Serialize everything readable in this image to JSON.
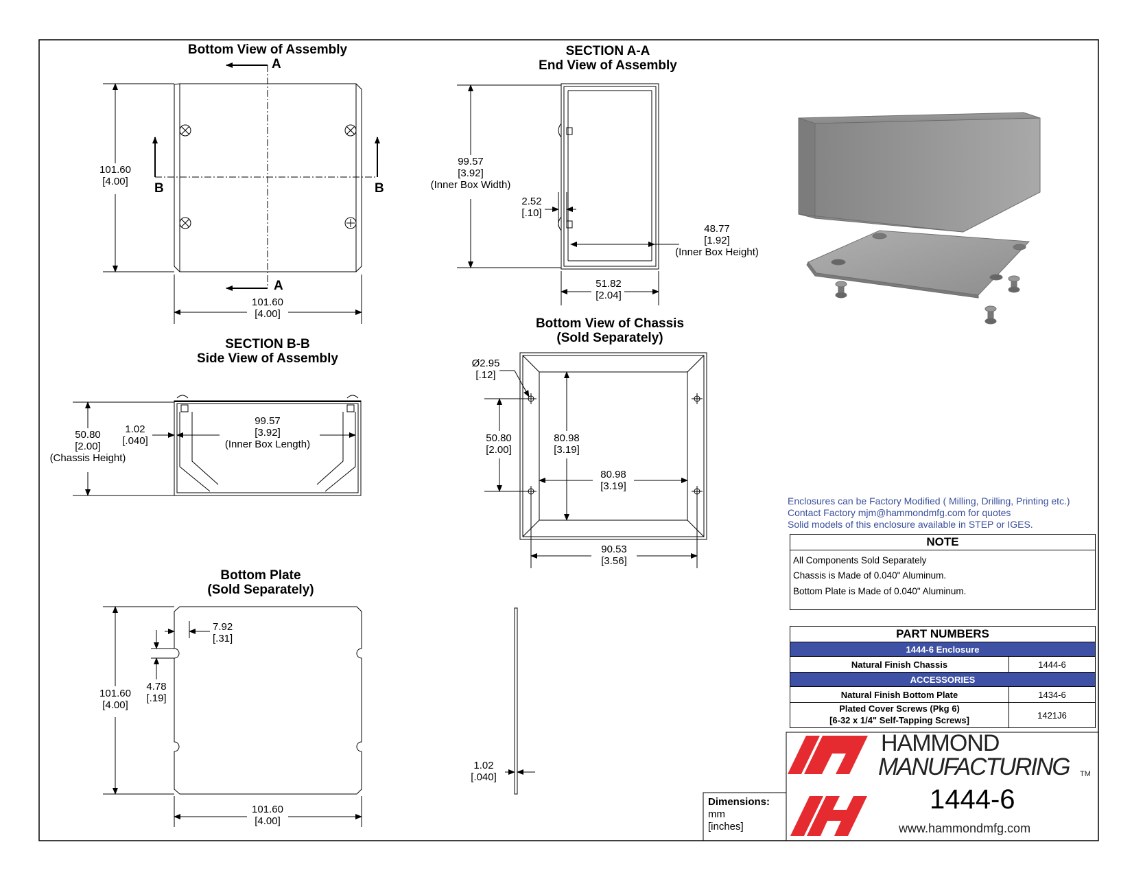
{
  "views": {
    "bottom_view_assembly": {
      "title": "Bottom View of Assembly"
    },
    "section_aa": {
      "title_1": "SECTION A-A",
      "title_2": "End View of Assembly"
    },
    "section_bb": {
      "title_1": "SECTION B-B",
      "title_2": "Side View of Assembly"
    },
    "bottom_view_chassis": {
      "title_1": "Bottom View of Chassis",
      "title_2": "(Sold Separately)"
    },
    "bottom_plate": {
      "title_1": "Bottom Plate",
      "title_2": "(Sold Separately)"
    }
  },
  "section_markers": {
    "a": "A",
    "b": "B"
  },
  "dimensions": {
    "bva_height": {
      "mm": "101.60",
      "in": "[4.00]"
    },
    "bva_width": {
      "mm": "101.60",
      "in": "[4.00]"
    },
    "aa_inner_width": {
      "mm": "99.57",
      "in": "[3.92]",
      "note": "(Inner Box Width)"
    },
    "aa_wall": {
      "mm": "2.52",
      "in": "[.10]"
    },
    "aa_inner_height": {
      "mm": "48.77",
      "in": "[1.92]",
      "note": "(Inner Box Height)"
    },
    "aa_outer_width": {
      "mm": "51.82",
      "in": "[2.04]"
    },
    "bb_chassis_height": {
      "mm": "50.80",
      "in": "[2.00]",
      "note": "(Chassis Height)"
    },
    "bb_thickness": {
      "mm": "1.02",
      "in": "[.040]"
    },
    "bb_inner_length": {
      "mm": "99.57",
      "in": "[3.92]",
      "note": "(Inner Box Length)"
    },
    "chassis_hole": {
      "mm": "Ø2.95",
      "in": "[.12]"
    },
    "chassis_hole_spacing_v": {
      "mm": "50.80",
      "in": "[2.00]"
    },
    "chassis_inner_v": {
      "mm": "80.98",
      "in": "[3.19]"
    },
    "chassis_inner_h": {
      "mm": "80.98",
      "in": "[3.19]"
    },
    "chassis_hole_spacing_h": {
      "mm": "90.53",
      "in": "[3.56]"
    },
    "plate_notch": {
      "mm": "7.92",
      "in": "[.31]"
    },
    "plate_notch_width": {
      "mm": "4.78",
      "in": "[.19]"
    },
    "plate_height": {
      "mm": "101.60",
      "in": "[4.00]"
    },
    "plate_width": {
      "mm": "101.60",
      "in": "[4.00]"
    },
    "plate_thickness": {
      "mm": "1.02",
      "in": "[.040]"
    }
  },
  "info_text": {
    "line_1": "Enclosures can be Factory Modified ( Milling, Drilling, Printing etc.)",
    "line_2": "Contact Factory       mjm@hammondmfg.com for quotes",
    "line_3": "Solid models of this enclosure available in STEP or IGES."
  },
  "note": {
    "header": "NOTE",
    "lines": [
      "All Components Sold Separately",
      "Chassis is Made of 0.040\" Aluminum.",
      "Bottom Plate is Made of 0.040\" Aluminum."
    ]
  },
  "part_numbers": {
    "header": "PART NUMBERS",
    "group_1": "1444-6 Enclosure",
    "row_1": {
      "name": "Natural Finish Chassis",
      "part": "1444-6"
    },
    "group_2": "ACCESSORIES",
    "row_2": {
      "name": "Natural Finish Bottom Plate",
      "part": "1434-6"
    },
    "row_3": {
      "name_1": "Plated Cover Screws (Pkg 6)",
      "name_2": "[6-32 x 1/4\" Self-Tapping Screws]",
      "part": "1421J6"
    }
  },
  "dimensions_box": {
    "label": "Dimensions:",
    "unit_1": "mm",
    "unit_2": "[inches]"
  },
  "title_block": {
    "brand_1": "HAMMOND",
    "brand_2": "MANUFACTURING",
    "tm": "TM",
    "part_number": "1444-6",
    "website": "www.hammondmfg.com",
    "logo_color": "#e52b2f"
  },
  "colors": {
    "info_blue": "#3a4f9c",
    "table_band": "#3f51a5",
    "logo_red": "#e52b2f"
  }
}
